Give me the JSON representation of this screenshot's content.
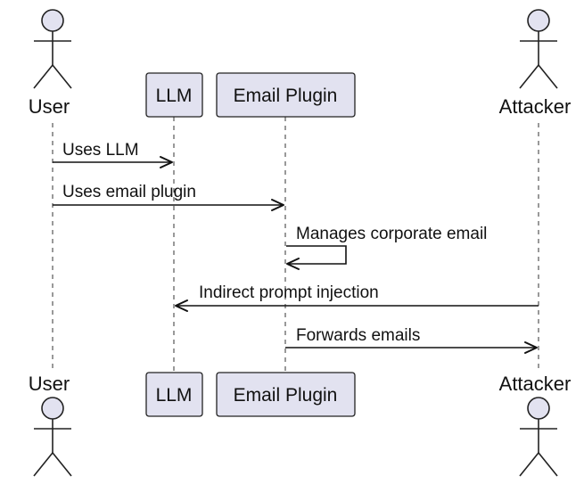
{
  "participants": [
    {
      "id": "user",
      "label": "User",
      "kind": "actor"
    },
    {
      "id": "llm",
      "label": "LLM",
      "kind": "participant"
    },
    {
      "id": "email",
      "label": "Email Plugin",
      "kind": "participant"
    },
    {
      "id": "attacker",
      "label": "Attacker",
      "kind": "actor"
    }
  ],
  "messages": [
    {
      "from": "user",
      "to": "llm",
      "label": "Uses LLM"
    },
    {
      "from": "user",
      "to": "email",
      "label": "Uses email plugin"
    },
    {
      "from": "email",
      "to": "email",
      "label": "Manages corporate email"
    },
    {
      "from": "attacker",
      "to": "llm",
      "label": "Indirect prompt injection"
    },
    {
      "from": "email",
      "to": "attacker",
      "label": "Forwards emails"
    }
  ],
  "colors": {
    "participant_fill": "#e2e2f0",
    "stroke": "#222222"
  }
}
